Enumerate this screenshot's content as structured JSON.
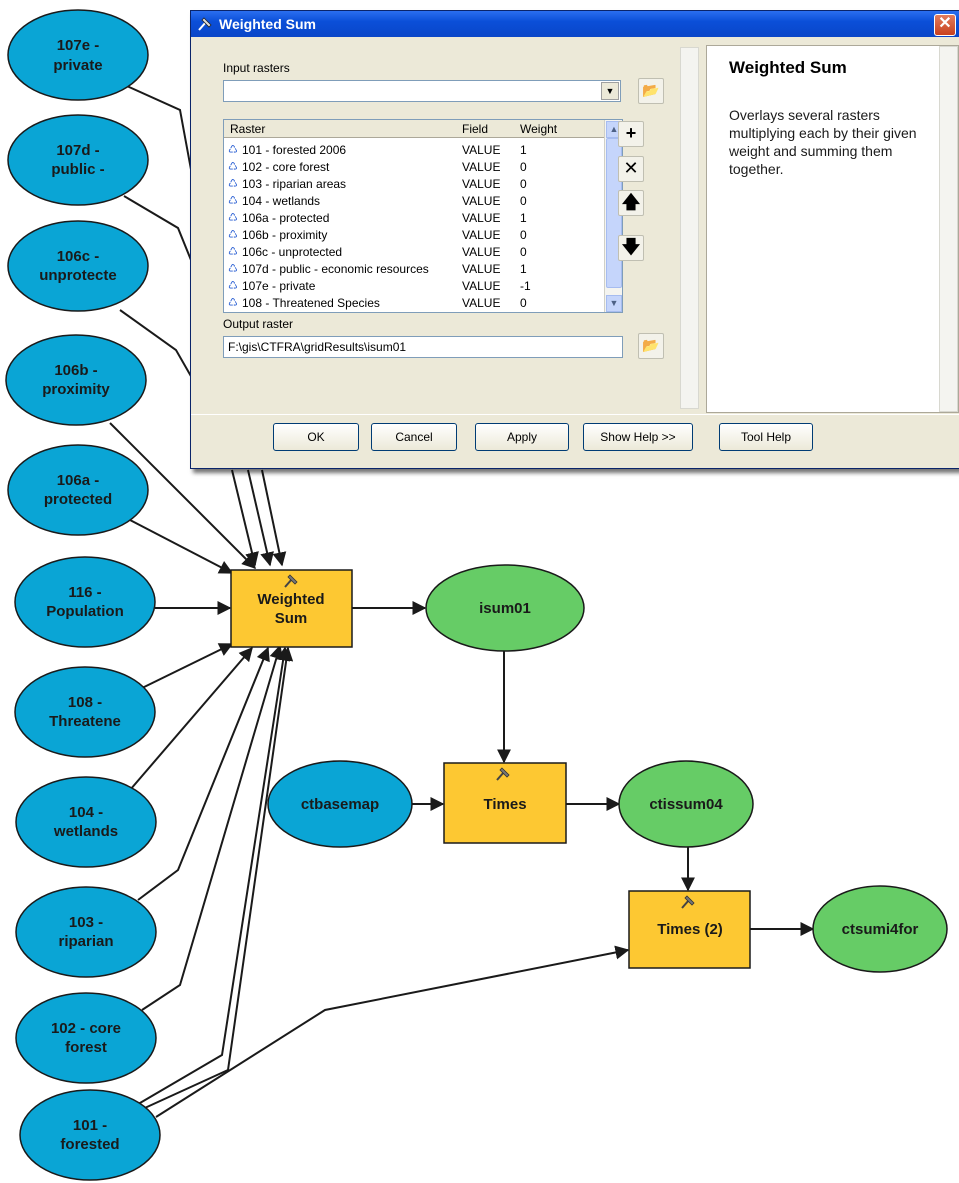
{
  "model": {
    "inputs": [
      {
        "id": "n107e",
        "lines": [
          "107e -",
          "private"
        ]
      },
      {
        "id": "n107d",
        "lines": [
          "107d -",
          "public -"
        ]
      },
      {
        "id": "n106c",
        "lines": [
          "106c -",
          "unprotecte"
        ]
      },
      {
        "id": "n106b",
        "lines": [
          "106b -",
          "proximity"
        ]
      },
      {
        "id": "n106a",
        "lines": [
          "106a -",
          "protected"
        ]
      },
      {
        "id": "n116",
        "lines": [
          "116 -",
          "Population"
        ]
      },
      {
        "id": "n108",
        "lines": [
          "108 -",
          "Threatene"
        ]
      },
      {
        "id": "n104",
        "lines": [
          "104 -",
          "wetlands"
        ]
      },
      {
        "id": "n103",
        "lines": [
          "103 -",
          "riparian"
        ]
      },
      {
        "id": "n102",
        "lines": [
          "102 - core",
          "forest"
        ]
      },
      {
        "id": "n101",
        "lines": [
          "101 -",
          "forested"
        ]
      },
      {
        "id": "nbase",
        "lines": [
          "ctbasemap"
        ]
      }
    ],
    "tools": [
      {
        "id": "tws",
        "lines": [
          "Weighted",
          "Sum"
        ]
      },
      {
        "id": "ttimes",
        "lines": [
          "Times"
        ]
      },
      {
        "id": "ttimes2",
        "lines": [
          "Times (2)"
        ]
      }
    ],
    "outputs": [
      {
        "id": "oisum",
        "lines": [
          "isum01"
        ]
      },
      {
        "id": "octis",
        "lines": [
          "ctissum04"
        ]
      },
      {
        "id": "ofor",
        "lines": [
          "ctsumi4for"
        ]
      }
    ],
    "colors": {
      "input": "#0aa5d5",
      "tool": "#fdc832",
      "output": "#66cc66",
      "stroke": "#1a1a1a"
    }
  },
  "dialog": {
    "title": "Weighted Sum",
    "close_glyph": "✕",
    "input_rasters_label": "Input rasters",
    "columns": [
      "Raster",
      "Field",
      "Weight"
    ],
    "rows": [
      {
        "raster": "101 - forested 2006",
        "field": "VALUE",
        "weight": "1"
      },
      {
        "raster": "102 - core forest",
        "field": "VALUE",
        "weight": "0"
      },
      {
        "raster": "103 - riparian areas",
        "field": "VALUE",
        "weight": "0"
      },
      {
        "raster": "104 - wetlands",
        "field": "VALUE",
        "weight": "0"
      },
      {
        "raster": "106a - protected",
        "field": "VALUE",
        "weight": "1"
      },
      {
        "raster": "106b - proximity",
        "field": "VALUE",
        "weight": "0"
      },
      {
        "raster": "106c - unprotected",
        "field": "VALUE",
        "weight": "0"
      },
      {
        "raster": "107d - public - economic resources",
        "field": "VALUE",
        "weight": "1"
      },
      {
        "raster": "107e - private",
        "field": "VALUE",
        "weight": "-1"
      },
      {
        "raster": "108 - Threatened Species",
        "field": "VALUE",
        "weight": "0"
      }
    ],
    "output_raster_label": "Output raster",
    "output_raster_value": "F:\\gis\\CTFRA\\gridResults\\isum01",
    "help_title": "Weighted Sum",
    "help_description": "Overlays several rasters multiplying each by their given weight and summing them together.",
    "buttons": {
      "ok": "OK",
      "cancel": "Cancel",
      "apply": "Apply",
      "show_help": "Show Help >>",
      "tool_help": "Tool Help"
    }
  }
}
